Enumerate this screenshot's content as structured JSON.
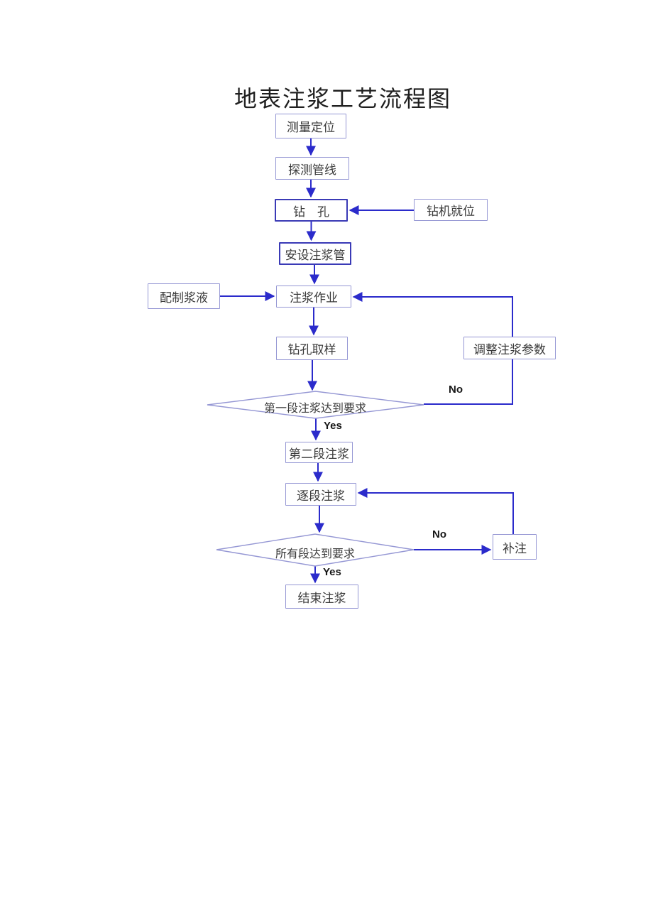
{
  "page": {
    "title": "地表注浆工艺流程图"
  },
  "flowchart": {
    "nodes": {
      "measure": {
        "label": "测量定位"
      },
      "detect": {
        "label": "探测管线"
      },
      "drill": {
        "label": "钻　孔"
      },
      "rig": {
        "label": "钻机就位"
      },
      "install_pipe": {
        "label": "安设注浆管"
      },
      "slurry": {
        "label": "配制浆液"
      },
      "grouting": {
        "label": "注浆作业"
      },
      "sampling": {
        "label": "钻孔取样"
      },
      "adjust": {
        "label": "调整注浆参数"
      },
      "decision_first_stage": {
        "label": "第一段注浆达到要求"
      },
      "second_stage": {
        "label": "第二段注浆"
      },
      "section_grouting": {
        "label": "逐段注浆"
      },
      "decision_all_sections": {
        "label": "所有段达到要求"
      },
      "supplement": {
        "label": "补注"
      },
      "end": {
        "label": "结束注浆"
      }
    },
    "edge_labels": {
      "first_stage_yes": "Yes",
      "first_stage_no": "No",
      "all_sections_yes": "Yes",
      "all_sections_no": "No"
    },
    "colors": {
      "line_blue": "#2b2bcb",
      "box_border_light": "#9597d4",
      "box_border_dark": "#3a3ab6",
      "text": "#3a3a3a",
      "title_text": "#1f1f1f"
    }
  }
}
